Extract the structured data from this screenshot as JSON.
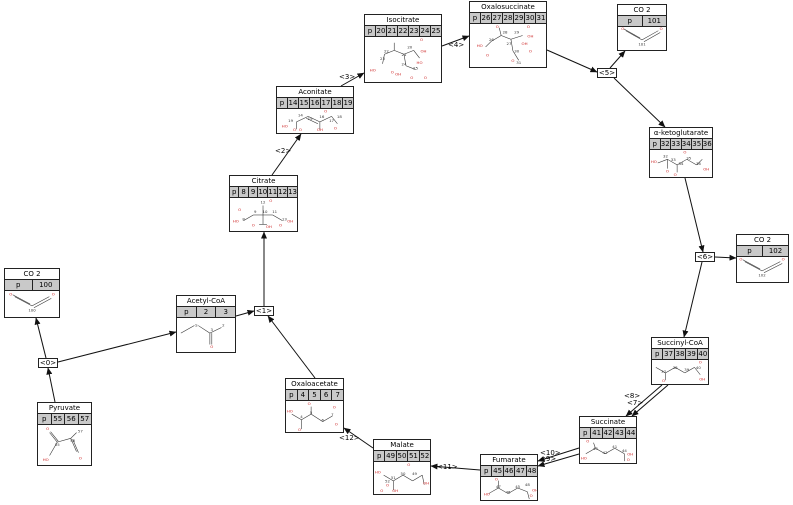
{
  "colors": {
    "line": "#111111",
    "oxygen": "#cc2222",
    "carbon": "#333333",
    "header": "#c9c9c9"
  },
  "compounds": [
    {
      "key": "co2_100",
      "name": "CO 2",
      "ids": [
        "p",
        "100"
      ]
    },
    {
      "key": "pyruvate",
      "name": "Pyruvate",
      "ids": [
        "p",
        "55",
        "56",
        "57"
      ]
    },
    {
      "key": "acetylcoa",
      "name": "Acetyl-CoA",
      "ids": [
        "p",
        "2",
        "3"
      ]
    },
    {
      "key": "citrate",
      "name": "Citrate",
      "ids": [
        "p",
        "8",
        "9",
        "10",
        "11",
        "12",
        "13"
      ]
    },
    {
      "key": "aconitate",
      "name": "Aconitate",
      "ids": [
        "p",
        "14",
        "15",
        "16",
        "17",
        "18",
        "19"
      ]
    },
    {
      "key": "isocitrate",
      "name": "Isocitrate",
      "ids": [
        "p",
        "20",
        "21",
        "22",
        "23",
        "24",
        "25"
      ]
    },
    {
      "key": "oxalosuccinate",
      "name": "Oxalosuccinate",
      "ids": [
        "p",
        "26",
        "27",
        "28",
        "29",
        "30",
        "31"
      ]
    },
    {
      "key": "co2_101",
      "name": "CO 2",
      "ids": [
        "p",
        "101"
      ]
    },
    {
      "key": "akg",
      "name": "α-ketoglutarate",
      "ids": [
        "p",
        "32",
        "33",
        "34",
        "35",
        "36"
      ]
    },
    {
      "key": "co2_102",
      "name": "CO 2",
      "ids": [
        "p",
        "102"
      ]
    },
    {
      "key": "succinylcoa",
      "name": "Succinyl-CoA",
      "ids": [
        "p",
        "37",
        "38",
        "39",
        "40"
      ]
    },
    {
      "key": "succinate",
      "name": "Succinate",
      "ids": [
        "p",
        "41",
        "42",
        "43",
        "44"
      ]
    },
    {
      "key": "fumarate",
      "name": "Fumarate",
      "ids": [
        "p",
        "45",
        "46",
        "47",
        "48"
      ]
    },
    {
      "key": "malate",
      "name": "Malate",
      "ids": [
        "p",
        "49",
        "50",
        "51",
        "52"
      ]
    },
    {
      "key": "oxaloacetate",
      "name": "Oxaloacetate",
      "ids": [
        "p",
        "4",
        "5",
        "6",
        "7"
      ]
    }
  ],
  "reactions": [
    {
      "key": "r0",
      "label": "<0>"
    },
    {
      "key": "r1",
      "label": "<1>"
    },
    {
      "key": "r2",
      "label": "<2>"
    },
    {
      "key": "r3",
      "label": "<3>"
    },
    {
      "key": "r4",
      "label": "<4>"
    },
    {
      "key": "r5",
      "label": "<5>"
    },
    {
      "key": "r6",
      "label": "<6>"
    },
    {
      "key": "r7",
      "label": "<7>"
    },
    {
      "key": "r8",
      "label": "<8>"
    },
    {
      "key": "r9",
      "label": "<9>"
    },
    {
      "key": "r10",
      "label": "<10>"
    },
    {
      "key": "r11",
      "label": "<11>"
    },
    {
      "key": "r12",
      "label": "<12>"
    }
  ],
  "structures": {
    "co2_100": {
      "atoms": [
        "100",
        "O",
        "O"
      ]
    },
    "pyruvate": {
      "atoms": [
        "57",
        "56",
        "55",
        "HO",
        "O",
        "O"
      ]
    },
    "acetylcoa": {
      "atoms": [
        "S",
        "3",
        "2",
        "O"
      ]
    },
    "citrate": {
      "atoms": [
        "12",
        "9",
        "10",
        "11",
        "13",
        "8",
        "HO",
        "OH",
        "O",
        "O",
        "OH",
        "O",
        "O"
      ]
    },
    "aconitate": {
      "atoms": [
        "19",
        "14",
        "15",
        "16",
        "17",
        "18",
        "HO",
        "O",
        "O",
        "OH",
        "O",
        "O"
      ]
    },
    "isocitrate": {
      "atoms": [
        "22",
        "20",
        "21",
        "23",
        "24",
        "25",
        "HO",
        "O",
        "OH",
        "O",
        "HO",
        "OH",
        "O",
        "O"
      ]
    },
    "oxalosuccinate": {
      "atoms": [
        "28",
        "29",
        "26",
        "27",
        "30",
        "31",
        "O",
        "HO",
        "O",
        "OH",
        "O",
        "O",
        "O",
        "OH"
      ]
    },
    "co2_101": {
      "atoms": [
        "101",
        "O",
        "O"
      ]
    },
    "akg": {
      "atoms": [
        "32",
        "33",
        "34",
        "35",
        "36",
        "HO",
        "O",
        "O",
        "O",
        "OH"
      ]
    },
    "co2_102": {
      "atoms": [
        "102",
        "O",
        "O"
      ]
    },
    "succinylcoa": {
      "atoms": [
        "40",
        "39",
        "38",
        "37",
        "O",
        "O",
        "OH"
      ]
    },
    "succinate": {
      "atoms": [
        "43",
        "42",
        "41",
        "44",
        "HO",
        "O",
        "O",
        "OH"
      ]
    },
    "fumarate": {
      "atoms": [
        "47",
        "46",
        "45",
        "48",
        "HO",
        "O",
        "O",
        "OH"
      ]
    },
    "malate": {
      "atoms": [
        "51",
        "50",
        "49",
        "52",
        "HO",
        "O",
        "O",
        "O",
        "OH",
        "OH"
      ]
    },
    "oxaloacetate": {
      "atoms": [
        "4",
        "5",
        "6",
        "7",
        "HO",
        "O",
        "O",
        "O",
        "O"
      ]
    }
  }
}
